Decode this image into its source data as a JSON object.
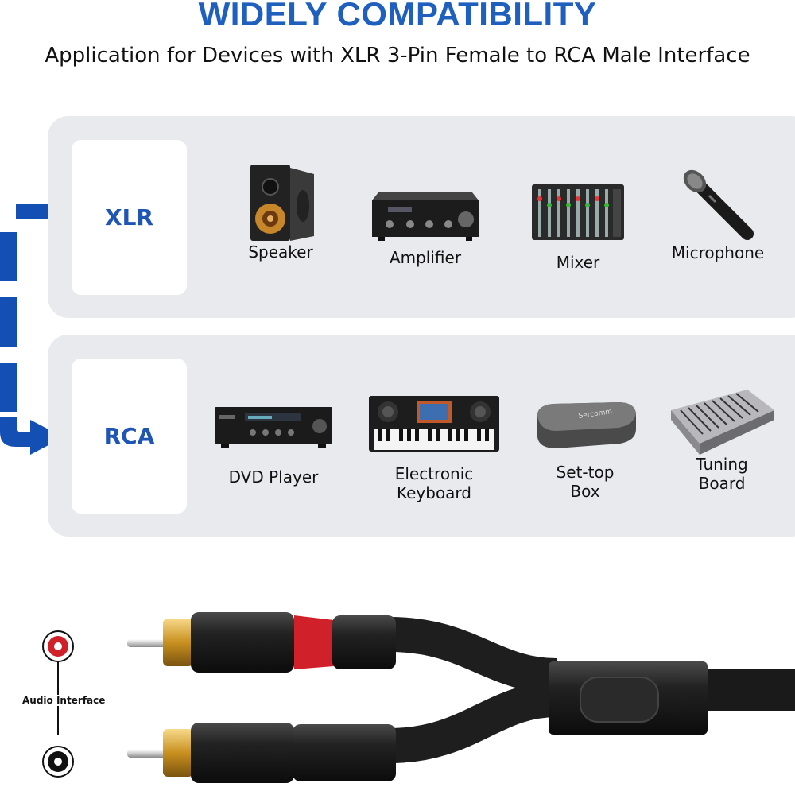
{
  "header": {
    "title": "WIDELY COMPATIBILITY",
    "subtitle": "Application for Devices with XLR 3-Pin Female to RCA Male Interface"
  },
  "xlr_group": {
    "tag": "XLR",
    "devices": [
      {
        "label": "Speaker",
        "icon": "speaker-icon"
      },
      {
        "label": "Amplifier",
        "icon": "amplifier-icon"
      },
      {
        "label": "Mixer",
        "icon": "mixer-icon"
      },
      {
        "label": "Microphone",
        "icon": "microphone-icon"
      }
    ]
  },
  "rca_group": {
    "tag": "RCA",
    "devices": [
      {
        "label": "DVD Player",
        "icon": "dvd-player-icon"
      },
      {
        "label_line1": "Electronic",
        "label_line2": "Keyboard",
        "icon": "keyboard-icon"
      },
      {
        "label_line1": "Set-top",
        "label_line2": "Box",
        "icon": "set-top-box-icon"
      },
      {
        "label_line1": "Tuning",
        "label_line2": "Board",
        "icon": "tuning-board-icon"
      }
    ]
  },
  "cable": {
    "interface_label": "Audio Interface"
  },
  "colors": {
    "brand_blue": "#1f5fbd",
    "panel_bg": "#e9eaee",
    "rca_red": "#d0202a"
  }
}
